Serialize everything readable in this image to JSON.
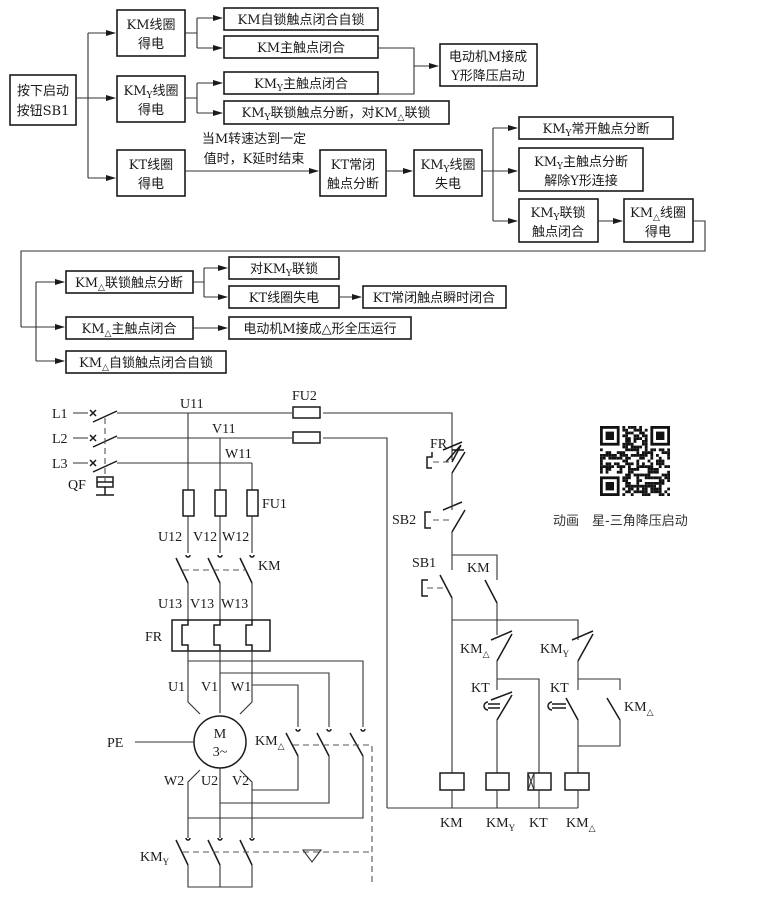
{
  "flowchart": {
    "start": [
      "按下启动",
      "按钮SB1"
    ],
    "km_coil": [
      "KM线圈",
      "得电"
    ],
    "km_self_lock": "KM自锁触点闭合自锁",
    "km_main": "KM主触点闭合",
    "motor_star": [
      "电动机M接成",
      "Y形降压启动"
    ],
    "kmy_coil": {
      "pre": "KM",
      "sub": "Y",
      "post": "线圈",
      "line2": "得电"
    },
    "kmy_main": {
      "pre": "KM",
      "sub": "Y",
      "post": "主触点闭合"
    },
    "kmy_interlock": {
      "pre": "KM",
      "sub": "Y",
      "mid": "联锁触点分断，对KM",
      "sub2": "△",
      "post": "联锁"
    },
    "kt_coil": [
      "KT线圈",
      "得电"
    ],
    "delay_note": [
      "当M转速达到一定",
      "值时，K延时结束"
    ],
    "kt_nc_open": [
      "KT常闭",
      "触点分断"
    ],
    "kmy_coil_off": {
      "pre": "KM",
      "sub": "Y",
      "post": "线圈",
      "line2": "失电"
    },
    "kmy_no_open": {
      "pre": "KM",
      "sub": "Y",
      "post": "常开触点分断"
    },
    "kmy_main_open": {
      "pre": "KM",
      "sub": "Y",
      "post": "主触点分断",
      "line2": "解除Y形连接"
    },
    "kmy_interlock_close": {
      "pre": "KM",
      "sub": "Y",
      "post": "联锁",
      "line2": "触点闭合"
    },
    "kmd_coil": {
      "pre": "KM",
      "sub": "△",
      "post": "线圈",
      "line2": "得电"
    },
    "kmd_interlock_open": {
      "pre": "KM",
      "sub": "△",
      "post": "联锁触点分断"
    },
    "kmy_interlock2": {
      "pre": "对KM",
      "sub": "Y",
      "post": "联锁"
    },
    "kt_coil_off": "KT线圈失电",
    "kt_nc_close": "KT常闭触点瞬时闭合",
    "kmd_main": {
      "pre": "KM",
      "sub": "△",
      "post": "主触点闭合"
    },
    "motor_delta": "电动机M接成△形全压运行",
    "kmd_self_lock": {
      "pre": "KM",
      "sub": "△",
      "post": "自锁触点闭合自锁"
    }
  },
  "circuit": {
    "lines": [
      "L1",
      "L2",
      "L3"
    ],
    "breaker": "QF",
    "nodes_11": [
      "U11",
      "V11",
      "W11"
    ],
    "fuse_main": "FU1",
    "fuse_ctrl": "FU2",
    "nodes_12": [
      "U12",
      "V12",
      "W12"
    ],
    "contactor_main": "KM",
    "nodes_13": [
      "U13",
      "V13",
      "W13"
    ],
    "overload": "FR",
    "motor_in": [
      "U1",
      "V1",
      "W1"
    ],
    "motor": [
      "M",
      "3~"
    ],
    "pe": "PE",
    "motor_out": [
      "W2",
      "U2",
      "V2"
    ],
    "km_delta": {
      "pre": "KM",
      "sub": "△"
    },
    "km_star": {
      "pre": "KM",
      "sub": "Y"
    },
    "ctrl": {
      "fr": "FR",
      "sb2": "SB2",
      "sb1": "SB1",
      "km": "KM",
      "kmd": {
        "pre": "KM",
        "sub": "△"
      },
      "kmy": {
        "pre": "KM",
        "sub": "Y"
      },
      "kt1": "KT",
      "kt2": "KT",
      "kmd2": {
        "pre": "KM",
        "sub": "△"
      },
      "coils": [
        {
          "pre": "KM",
          "sub": ""
        },
        {
          "pre": "KM",
          "sub": "Y"
        },
        {
          "pre": "KT",
          "sub": ""
        },
        {
          "pre": "KM",
          "sub": "△"
        }
      ]
    }
  },
  "qr": {
    "caption": "动画　星-三角降压启动"
  }
}
